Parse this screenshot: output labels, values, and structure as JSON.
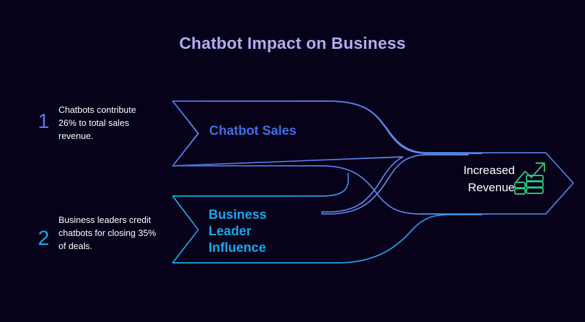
{
  "page": {
    "title": "Chatbot Impact on Business",
    "background_color": "#07021a"
  },
  "colors": {
    "title": "#b6a8ef",
    "number_one": "#5b79e0",
    "number_two": "#1aa6f0",
    "stage_one_label": "#3f6fe0",
    "stage_two_label": "#16a8ee",
    "stage_one_stroke": "#4a6fe3",
    "stage_two_stroke": "#16b4f0",
    "outcome_stroke": "#4a6fe3",
    "outcome_text": "#ffffff",
    "outcome_icon": "#2fc47a",
    "body_text": "#ffffff"
  },
  "bullets": [
    {
      "number": "1",
      "text": "Chatbots contribute 26% to total sales revenue."
    },
    {
      "number": "2",
      "text": "Business leaders credit chatbots for closing 35% of deals."
    }
  ],
  "stages": [
    {
      "label": "Chatbot Sales",
      "shape": "ribbon-arrow"
    },
    {
      "label": "Business Leader Influence",
      "label_line_1": "Business",
      "label_line_2": "Leader",
      "label_line_3": "Influence",
      "shape": "ribbon-arrow"
    }
  ],
  "outcome": {
    "label": "Increased Revenue",
    "label_line_1": "Increased",
    "label_line_2": "Revenue",
    "icon": "growth-coins-icon",
    "shape": "pentagon-arrow"
  }
}
